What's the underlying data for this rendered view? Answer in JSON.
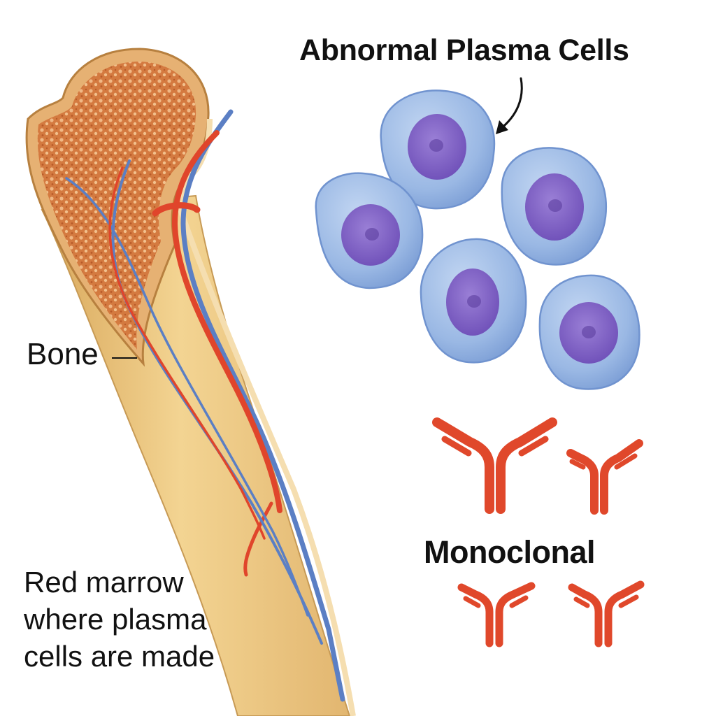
{
  "labels": {
    "abnormal_plasma_cells": "Abnormal Plasma Cells",
    "monoclonal": "Monoclonal",
    "bone": "Bone",
    "red_marrow_lines": [
      "Red marrow",
      "where plasma",
      "cells are made"
    ]
  },
  "colors": {
    "bone_shaft": "#e9c27a",
    "spongy_bone": "#d4783e",
    "artery": "#e0452b",
    "vein": "#5b7fc4",
    "cell_membrane": "#8fb0df",
    "cell_nucleus": "#7a5cbf",
    "antibody": "#e0482b"
  },
  "diagram": {
    "plasma_cell_count": 5,
    "antibody_count": 4
  }
}
